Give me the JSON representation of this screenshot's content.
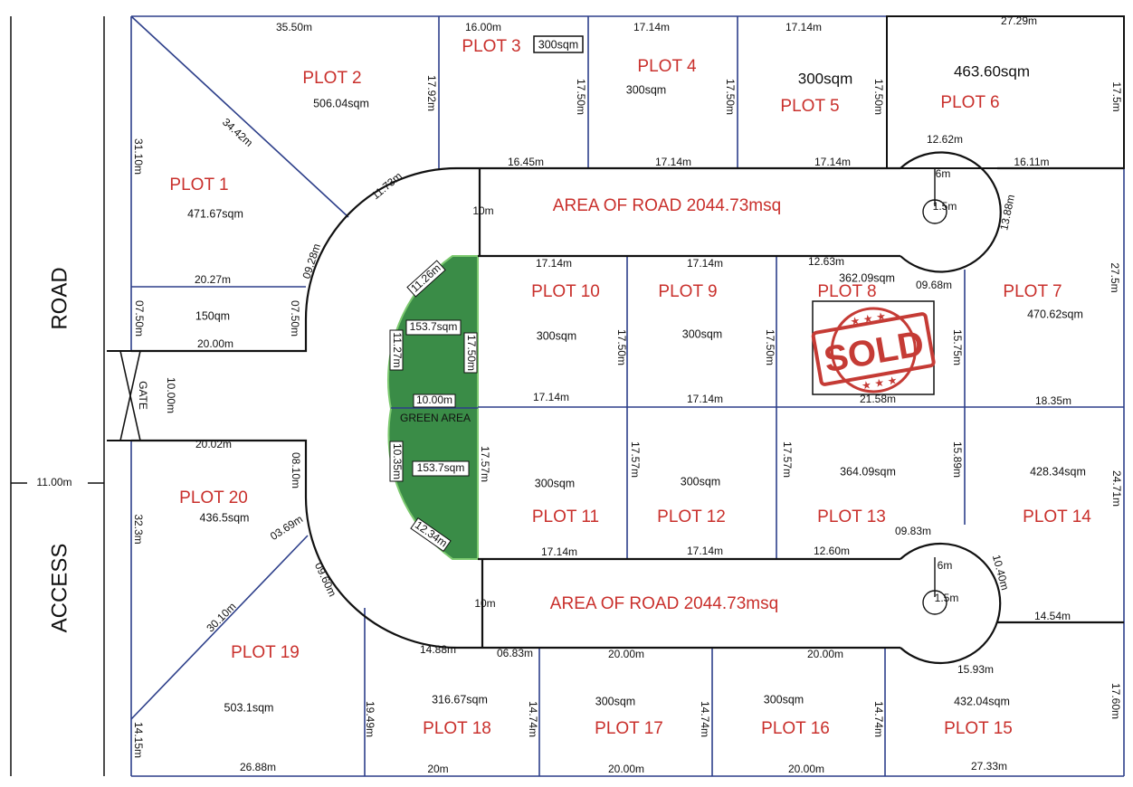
{
  "colors": {
    "plot_name": "#c9302c",
    "plot_border": "#2d3f8a",
    "road_edge": "#111111",
    "green_area": "#3a8c47",
    "stamp": "#c53b35"
  },
  "outer": {
    "road_label": "ROAD",
    "access_label": "ACCESS",
    "road_width": "11.00m",
    "gate_label": "GATE",
    "gate_width": "10.00m"
  },
  "roads": [
    {
      "label": "AREA OF ROAD 2044.73msq",
      "width": "10m"
    },
    {
      "label": "AREA OF ROAD 2044.73msq",
      "width": "10m"
    }
  ],
  "cul_de_sacs": [
    {
      "radius": "6m",
      "inner": "1.5m"
    },
    {
      "radius": "6m",
      "inner": "1.5m"
    }
  ],
  "green": {
    "label": "GREEN AREA",
    "top_area": "153.7sqm",
    "bottom_area": "153.7sqm",
    "dims": [
      "11.26m",
      "11.27m",
      "17.50m",
      "10.00m",
      "10.35m",
      "17.57m",
      "12.34m"
    ]
  },
  "small_lot": {
    "area": "150qm",
    "dims": [
      "20.27m",
      "07.50m",
      "07.50m",
      "20.00m"
    ]
  },
  "stamp": {
    "text": "SOLD"
  },
  "plots": {
    "p1": {
      "name": "PLOT 1",
      "area": "471.67sqm"
    },
    "p2": {
      "name": "PLOT 2",
      "area": "506.04sqm"
    },
    "p3": {
      "name": "PLOT 3",
      "area": "300sqm"
    },
    "p4": {
      "name": "PLOT 4",
      "area": "300sqm"
    },
    "p5": {
      "name": "PLOT 5",
      "area": "300sqm"
    },
    "p6": {
      "name": "PLOT 6",
      "area": "463.60sqm"
    },
    "p7": {
      "name": "PLOT 7",
      "area": "470.62sqm"
    },
    "p8": {
      "name": "PLOT 8",
      "area": "362.09sqm"
    },
    "p9": {
      "name": "PLOT 9",
      "area": "300sqm"
    },
    "p10": {
      "name": "PLOT 10",
      "area": "300sqm"
    },
    "p11": {
      "name": "PLOT 11",
      "area": "300sqm"
    },
    "p12": {
      "name": "PLOT 12",
      "area": "300sqm"
    },
    "p13": {
      "name": "PLOT 13",
      "area": "364.09sqm"
    },
    "p14": {
      "name": "PLOT 14",
      "area": "428.34sqm"
    },
    "p15": {
      "name": "PLOT 15",
      "area": "432.04sqm"
    },
    "p16": {
      "name": "PLOT 16",
      "area": "300sqm"
    },
    "p17": {
      "name": "PLOT 17",
      "area": "300sqm"
    },
    "p18": {
      "name": "PLOT 18",
      "area": "316.67sqm"
    },
    "p19": {
      "name": "PLOT 19",
      "area": "503.1sqm"
    },
    "p20": {
      "name": "PLOT 20",
      "area": "436.5sqm"
    }
  },
  "dims": {
    "d1": "35.50m",
    "d2": "16.00m",
    "d3": "17.14m",
    "d4": "17.14m",
    "d5": "27.29m",
    "d6": "17.92m",
    "d7": "17.50m",
    "d8": "17.50m",
    "d9": "17.50m",
    "d10": "17.5m",
    "d11": "31.10m",
    "d12": "34.42m",
    "d13": "11.73m",
    "d14": "09.28m",
    "d15": "16.45m",
    "d16": "17.14m",
    "d17": "17.14m",
    "d18": "12.62m",
    "d19": "16.11m",
    "d20": "13.88m",
    "d21": "27.5m",
    "d22": "17.14m",
    "d23": "17.14m",
    "d24": "12.63m",
    "d25": "09.68m",
    "d26": "17.50m",
    "d27": "17.50m",
    "d28": "15.75m",
    "d29": "17.14m",
    "d30": "17.14m",
    "d31": "21.58m",
    "d32": "18.35m",
    "d33": "17.57m",
    "d34": "17.57m",
    "d35": "15.89m",
    "d36": "24.71m",
    "d37": "17.14m",
    "d38": "17.14m",
    "d39": "12.60m",
    "d40": "09.83m",
    "d41": "10.40m",
    "d42": "14.54m",
    "d43": "15.93m",
    "d44": "17.60m",
    "d45": "20.02m",
    "d46": "08.10m",
    "d47": "03.69m",
    "d48": "09.60m",
    "d49": "32.3m",
    "d50": "30.10m",
    "d51": "14.15m",
    "d52": "26.88m",
    "d53": "14.88m",
    "d54": "06.83m",
    "d55": "20.00m",
    "d56": "20.00m",
    "d57": "19.49m",
    "d58": "14.74m",
    "d59": "14.74m",
    "d60": "14.74m",
    "d61": "20m",
    "d62": "20.00m",
    "d63": "20.00m",
    "d64": "27.33m"
  }
}
